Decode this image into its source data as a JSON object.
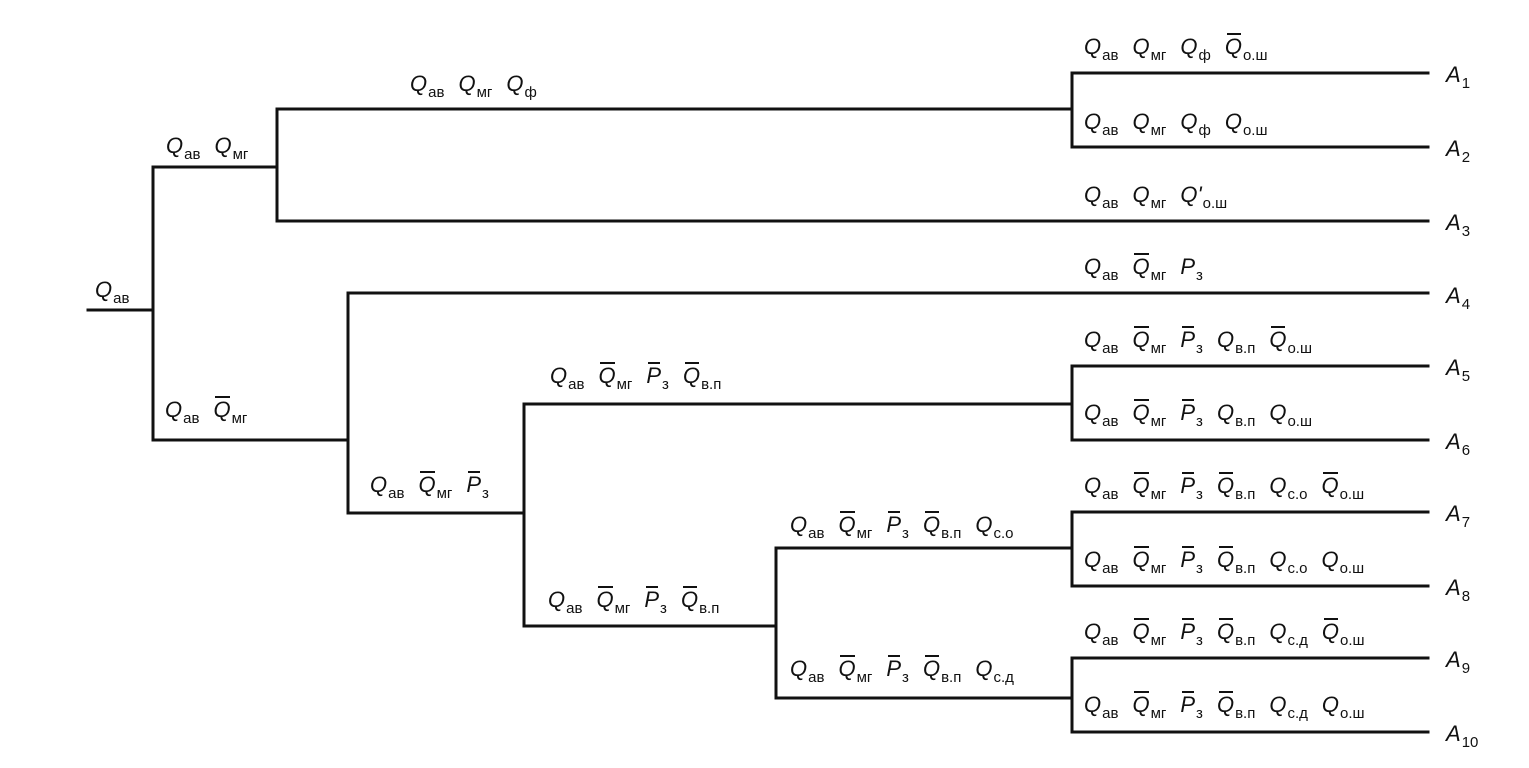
{
  "root": {
    "base": "Q",
    "sub": "ав"
  },
  "nodes": [
    {
      "id": "n1",
      "terms": [
        {
          "base": "Q",
          "sub": "ав"
        },
        {
          "base": "Q",
          "sub": "мг"
        }
      ]
    },
    {
      "id": "n2",
      "terms": [
        {
          "base": "Q",
          "sub": "ав"
        },
        {
          "base": "Q",
          "sub": "мг"
        },
        {
          "base": "Q",
          "sub": "ф"
        }
      ]
    },
    {
      "id": "n3",
      "terms": [
        {
          "base": "Q",
          "sub": "ав"
        },
        {
          "base": "Q",
          "sub": "мг",
          "bar": true
        }
      ]
    },
    {
      "id": "n4",
      "terms": [
        {
          "base": "Q",
          "sub": "ав"
        },
        {
          "base": "Q",
          "sub": "мг",
          "bar": true
        },
        {
          "base": "P",
          "sub": "з",
          "bar": true
        }
      ]
    },
    {
      "id": "n5",
      "terms": [
        {
          "base": "Q",
          "sub": "ав"
        },
        {
          "base": "Q",
          "sub": "мг",
          "bar": true
        },
        {
          "base": "P",
          "sub": "з",
          "bar": true
        },
        {
          "base": "Q",
          "sub": "в.п",
          "bar": true
        }
      ]
    },
    {
      "id": "n6",
      "terms": [
        {
          "base": "Q",
          "sub": "ав"
        },
        {
          "base": "Q",
          "sub": "мг",
          "bar": true
        },
        {
          "base": "P",
          "sub": "з",
          "bar": true
        },
        {
          "base": "Q",
          "sub": "в.п",
          "bar": true
        }
      ]
    },
    {
      "id": "n7",
      "terms": [
        {
          "base": "Q",
          "sub": "ав"
        },
        {
          "base": "Q",
          "sub": "мг",
          "bar": true
        },
        {
          "base": "P",
          "sub": "з",
          "bar": true
        },
        {
          "base": "Q",
          "sub": "в.п",
          "bar": true
        },
        {
          "base": "Q",
          "sub": "с.о"
        }
      ]
    },
    {
      "id": "n8",
      "terms": [
        {
          "base": "Q",
          "sub": "ав"
        },
        {
          "base": "Q",
          "sub": "мг",
          "bar": true
        },
        {
          "base": "P",
          "sub": "з",
          "bar": true
        },
        {
          "base": "Q",
          "sub": "в.п",
          "bar": true
        },
        {
          "base": "Q",
          "sub": "с.д"
        }
      ]
    }
  ],
  "leaves": [
    {
      "id": "A1",
      "out": {
        "base": "A",
        "sub": "1"
      },
      "terms": [
        {
          "base": "Q",
          "sub": "ав"
        },
        {
          "base": "Q",
          "sub": "мг"
        },
        {
          "base": "Q",
          "sub": "ф"
        },
        {
          "base": "Q",
          "sub": "о.ш",
          "bar": true
        }
      ]
    },
    {
      "id": "A2",
      "out": {
        "base": "A",
        "sub": "2"
      },
      "terms": [
        {
          "base": "Q",
          "sub": "ав"
        },
        {
          "base": "Q",
          "sub": "мг"
        },
        {
          "base": "Q",
          "sub": "ф"
        },
        {
          "base": "Q",
          "sub": "о.ш"
        }
      ]
    },
    {
      "id": "A3",
      "out": {
        "base": "A",
        "sub": "3"
      },
      "terms": [
        {
          "base": "Q",
          "sub": "ав"
        },
        {
          "base": "Q",
          "sub": "мг"
        },
        {
          "base": "Q'",
          "sub": "о.ш"
        }
      ]
    },
    {
      "id": "A4",
      "out": {
        "base": "A",
        "sub": "4"
      },
      "terms": [
        {
          "base": "Q",
          "sub": "ав"
        },
        {
          "base": "Q",
          "sub": "мг",
          "bar": true
        },
        {
          "base": "P",
          "sub": "з"
        }
      ]
    },
    {
      "id": "A5",
      "out": {
        "base": "A",
        "sub": "5"
      },
      "terms": [
        {
          "base": "Q",
          "sub": "ав"
        },
        {
          "base": "Q",
          "sub": "мг",
          "bar": true
        },
        {
          "base": "P",
          "sub": "з",
          "bar": true
        },
        {
          "base": "Q",
          "sub": "в.п"
        },
        {
          "base": "Q",
          "sub": "о.ш",
          "bar": true
        }
      ]
    },
    {
      "id": "A6",
      "out": {
        "base": "A",
        "sub": "6"
      },
      "terms": [
        {
          "base": "Q",
          "sub": "ав"
        },
        {
          "base": "Q",
          "sub": "мг",
          "bar": true
        },
        {
          "base": "P",
          "sub": "з",
          "bar": true
        },
        {
          "base": "Q",
          "sub": "в.п"
        },
        {
          "base": "Q",
          "sub": "о.ш"
        }
      ]
    },
    {
      "id": "A7",
      "out": {
        "base": "A",
        "sub": "7"
      },
      "terms": [
        {
          "base": "Q",
          "sub": "ав"
        },
        {
          "base": "Q",
          "sub": "мг",
          "bar": true
        },
        {
          "base": "P",
          "sub": "з",
          "bar": true
        },
        {
          "base": "Q",
          "sub": "в.п",
          "bar": true
        },
        {
          "base": "Q",
          "sub": "с.о"
        },
        {
          "base": "Q",
          "sub": "о.ш",
          "bar": true
        }
      ]
    },
    {
      "id": "A8",
      "out": {
        "base": "A",
        "sub": "8"
      },
      "terms": [
        {
          "base": "Q",
          "sub": "ав"
        },
        {
          "base": "Q",
          "sub": "мг",
          "bar": true
        },
        {
          "base": "P",
          "sub": "з",
          "bar": true
        },
        {
          "base": "Q",
          "sub": "в.п",
          "bar": true
        },
        {
          "base": "Q",
          "sub": "с.о"
        },
        {
          "base": "Q",
          "sub": "о.ш"
        }
      ]
    },
    {
      "id": "A9",
      "out": {
        "base": "A",
        "sub": "9"
      },
      "terms": [
        {
          "base": "Q",
          "sub": "ав"
        },
        {
          "base": "Q",
          "sub": "мг",
          "bar": true
        },
        {
          "base": "P",
          "sub": "з",
          "bar": true
        },
        {
          "base": "Q",
          "sub": "в.п",
          "bar": true
        },
        {
          "base": "Q",
          "sub": "с.д"
        },
        {
          "base": "Q",
          "sub": "о.ш",
          "bar": true
        }
      ]
    },
    {
      "id": "A10",
      "out": {
        "base": "A",
        "sub": "10"
      },
      "terms": [
        {
          "base": "Q",
          "sub": "ав"
        },
        {
          "base": "Q",
          "sub": "мг",
          "bar": true
        },
        {
          "base": "P",
          "sub": "з",
          "bar": true
        },
        {
          "base": "Q",
          "sub": "в.п",
          "bar": true
        },
        {
          "base": "Q",
          "sub": "с.д"
        },
        {
          "base": "Q",
          "sub": "о.ш"
        }
      ]
    }
  ]
}
